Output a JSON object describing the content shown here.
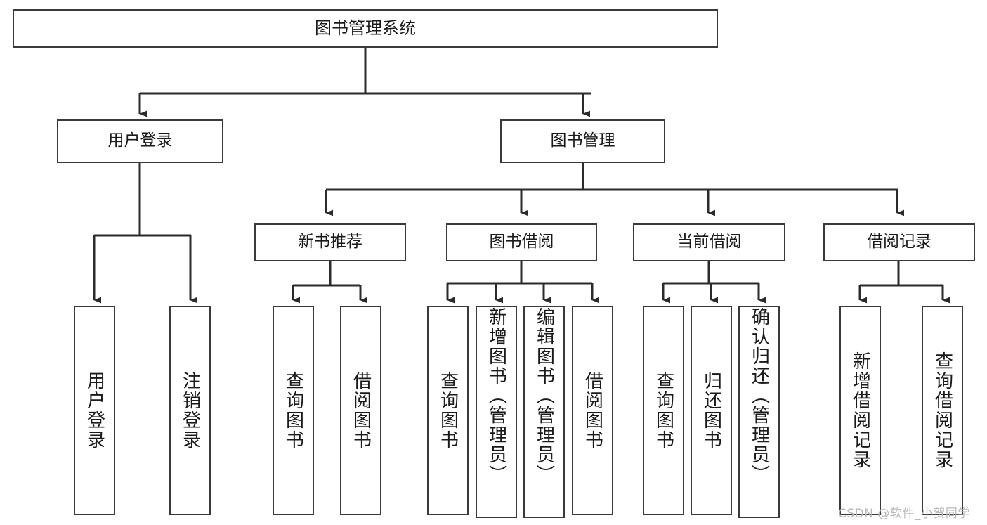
{
  "diagram": {
    "type": "tree-hierarchy-chart",
    "title": "图书管理系统",
    "watermark": "CSDN @软件_小贺同学",
    "colors": {
      "box_stroke": "#3a3a3a",
      "box_fill": "#ffffff",
      "connector": "#2b2b2b",
      "text": "#1a1a1a",
      "watermark": "#b9b9b9",
      "background": "#ffffff"
    },
    "levels": {
      "root": {
        "label": "图书管理系统"
      },
      "level2": [
        {
          "id": "user-login",
          "label": "用户登录"
        },
        {
          "id": "book-management",
          "label": "图书管理"
        }
      ],
      "level3": [
        {
          "id": "new-book-recommend",
          "label": "新书推荐",
          "parent": "book-management"
        },
        {
          "id": "book-borrow",
          "label": "图书借阅",
          "parent": "book-management"
        },
        {
          "id": "current-borrow",
          "label": "当前借阅",
          "parent": "book-management"
        },
        {
          "id": "borrow-record",
          "label": "借阅记录",
          "parent": "book-management"
        }
      ],
      "leaves": [
        {
          "id": "leaf-user-login",
          "label": "用户登录",
          "parent": "user-login"
        },
        {
          "id": "leaf-logout-login",
          "label": "注销登录",
          "parent": "user-login"
        },
        {
          "id": "leaf-query-book-1",
          "label": "查询图书",
          "parent": "new-book-recommend"
        },
        {
          "id": "leaf-borrow-book-1",
          "label": "借阅图书",
          "parent": "new-book-recommend"
        },
        {
          "id": "leaf-query-book-2",
          "label": "查询图书",
          "parent": "book-borrow"
        },
        {
          "id": "leaf-add-book",
          "label": "新增图书（管理员）",
          "parent": "book-borrow"
        },
        {
          "id": "leaf-edit-book",
          "label": "编辑图书（管理员）",
          "parent": "book-borrow"
        },
        {
          "id": "leaf-borrow-book-2",
          "label": "借阅图书",
          "parent": "book-borrow"
        },
        {
          "id": "leaf-query-book-3",
          "label": "查询图书",
          "parent": "current-borrow"
        },
        {
          "id": "leaf-return-book",
          "label": "归还图书",
          "parent": "current-borrow"
        },
        {
          "id": "leaf-confirm-return",
          "label": "确认归还（管理员）",
          "parent": "current-borrow"
        },
        {
          "id": "leaf-add-record",
          "label": "新增借阅记录",
          "parent": "borrow-record"
        },
        {
          "id": "leaf-query-record",
          "label": "查询借阅记录",
          "parent": "borrow-record"
        }
      ]
    }
  }
}
